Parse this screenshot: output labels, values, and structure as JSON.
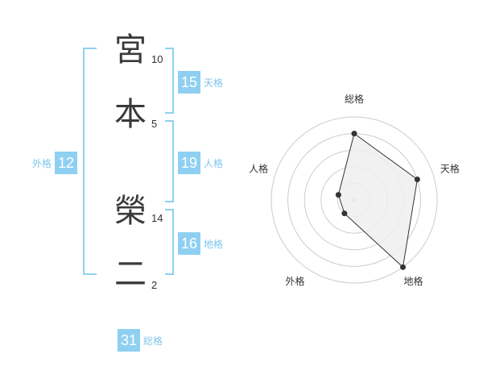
{
  "name": {
    "chars": [
      {
        "char": "宮",
        "strokes": "10"
      },
      {
        "char": "本",
        "strokes": "5"
      },
      {
        "char": "榮",
        "strokes": "14"
      },
      {
        "char": "二",
        "strokes": "2"
      }
    ]
  },
  "fortune": {
    "tenkaku": {
      "value": "15",
      "label": "天格"
    },
    "jinkaku": {
      "value": "19",
      "label": "人格"
    },
    "chikaku": {
      "value": "16",
      "label": "地格"
    },
    "gaikaku": {
      "value": "12",
      "label": "外格"
    },
    "soukaku": {
      "value": "31",
      "label": "総格"
    }
  },
  "colors": {
    "accent": "#8fd0f2",
    "accent_text": "#7fc6ec",
    "bracket": "#8fd0f2"
  },
  "chart_data": {
    "type": "radar",
    "axes": [
      "総格",
      "天格",
      "地格",
      "外格",
      "人格"
    ],
    "values": [
      4,
      4,
      5,
      1,
      1
    ],
    "range": [
      0,
      5
    ],
    "rings": 5
  }
}
